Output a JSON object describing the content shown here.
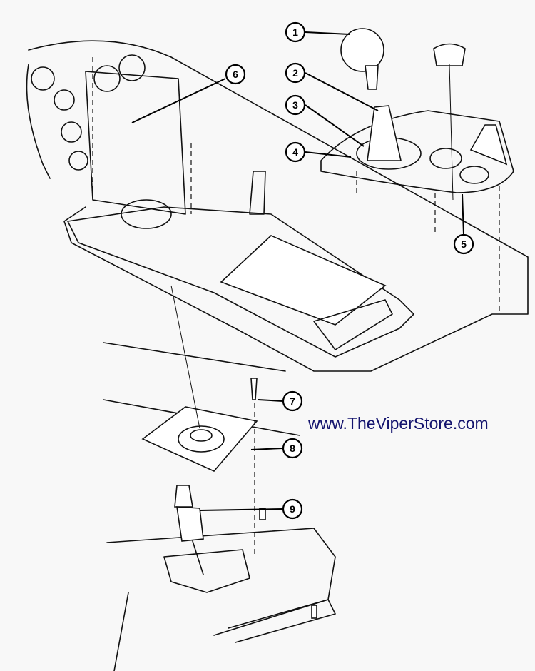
{
  "diagram": {
    "website_label": "www.TheViperStore.com",
    "callouts": [
      "1",
      "2",
      "3",
      "4",
      "5",
      "6",
      "7",
      "8",
      "9"
    ],
    "colors": {
      "background": "#f8f8f8",
      "link_text": "#14146e",
      "line": "#111111"
    }
  }
}
